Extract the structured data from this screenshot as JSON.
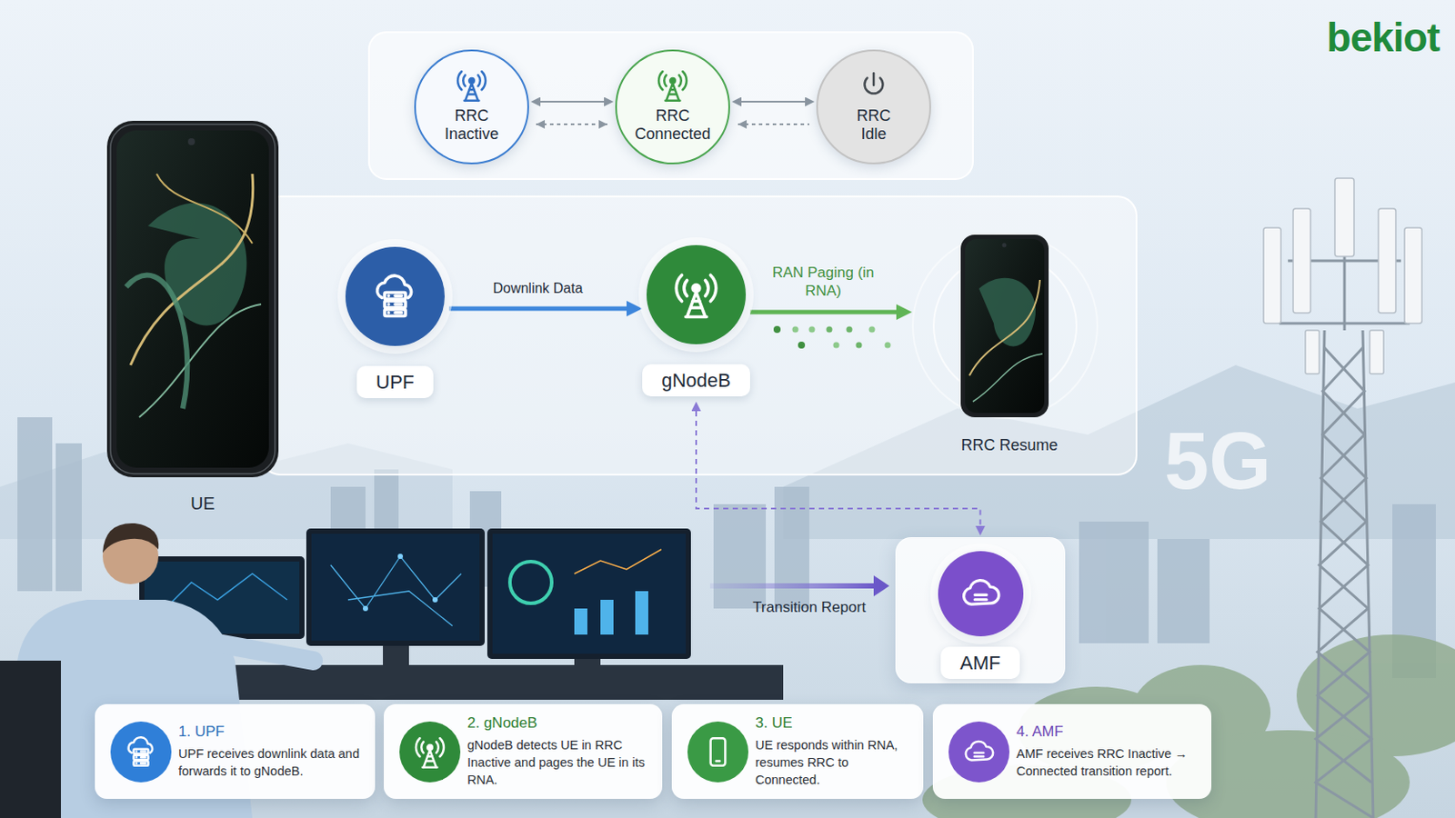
{
  "diagram": {
    "nodes": [
      {
        "text": [
          "RRC Inactive"
        ]
      },
      {
        "text": [
          "RRC Connected"
        ]
      },
      {
        "text": [
          "RRC Idle"
        ]
      },
      {
        "text": [
          "UPF"
        ]
      },
      {
        "text": [
          "gNodeB"
        ]
      },
      {
        "text": [
          "RRC Resume"
        ]
      },
      {
        "text": [
          "AMF"
        ]
      },
      {
        "text": [
          "1. UPF",
          "UPF receives downlink data and forwards it to gNodeB."
        ]
      },
      {
        "text": [
          "2. gNodeB",
          "gNodeB detects UE in RRC Inactive and pages the UE in its RNA."
        ]
      },
      {
        "text": [
          "3. UE",
          "UE responds within RNA, resumes RRC to Connected."
        ]
      },
      {
        "text": [
          "4. AMF",
          "AMF receives RRC Inactive → Connected transition report."
        ]
      }
    ],
    "edges": [
      {
        "from": 0,
        "to": 1,
        "arrow": "both"
      },
      {
        "from": 1,
        "to": 2,
        "arrow": "both"
      },
      {
        "from": 3,
        "to": 4,
        "label": "Downlink Data",
        "arrow": "to"
      },
      {
        "from": 4,
        "to": 5,
        "label": "RAN Paging (in RNA)",
        "arrow": "to"
      },
      {
        "from": 4,
        "to": 6,
        "arrow": "both"
      }
    ],
    "labels": [
      "UE",
      "Transition Report",
      "5G",
      "bekiot"
    ]
  }
}
